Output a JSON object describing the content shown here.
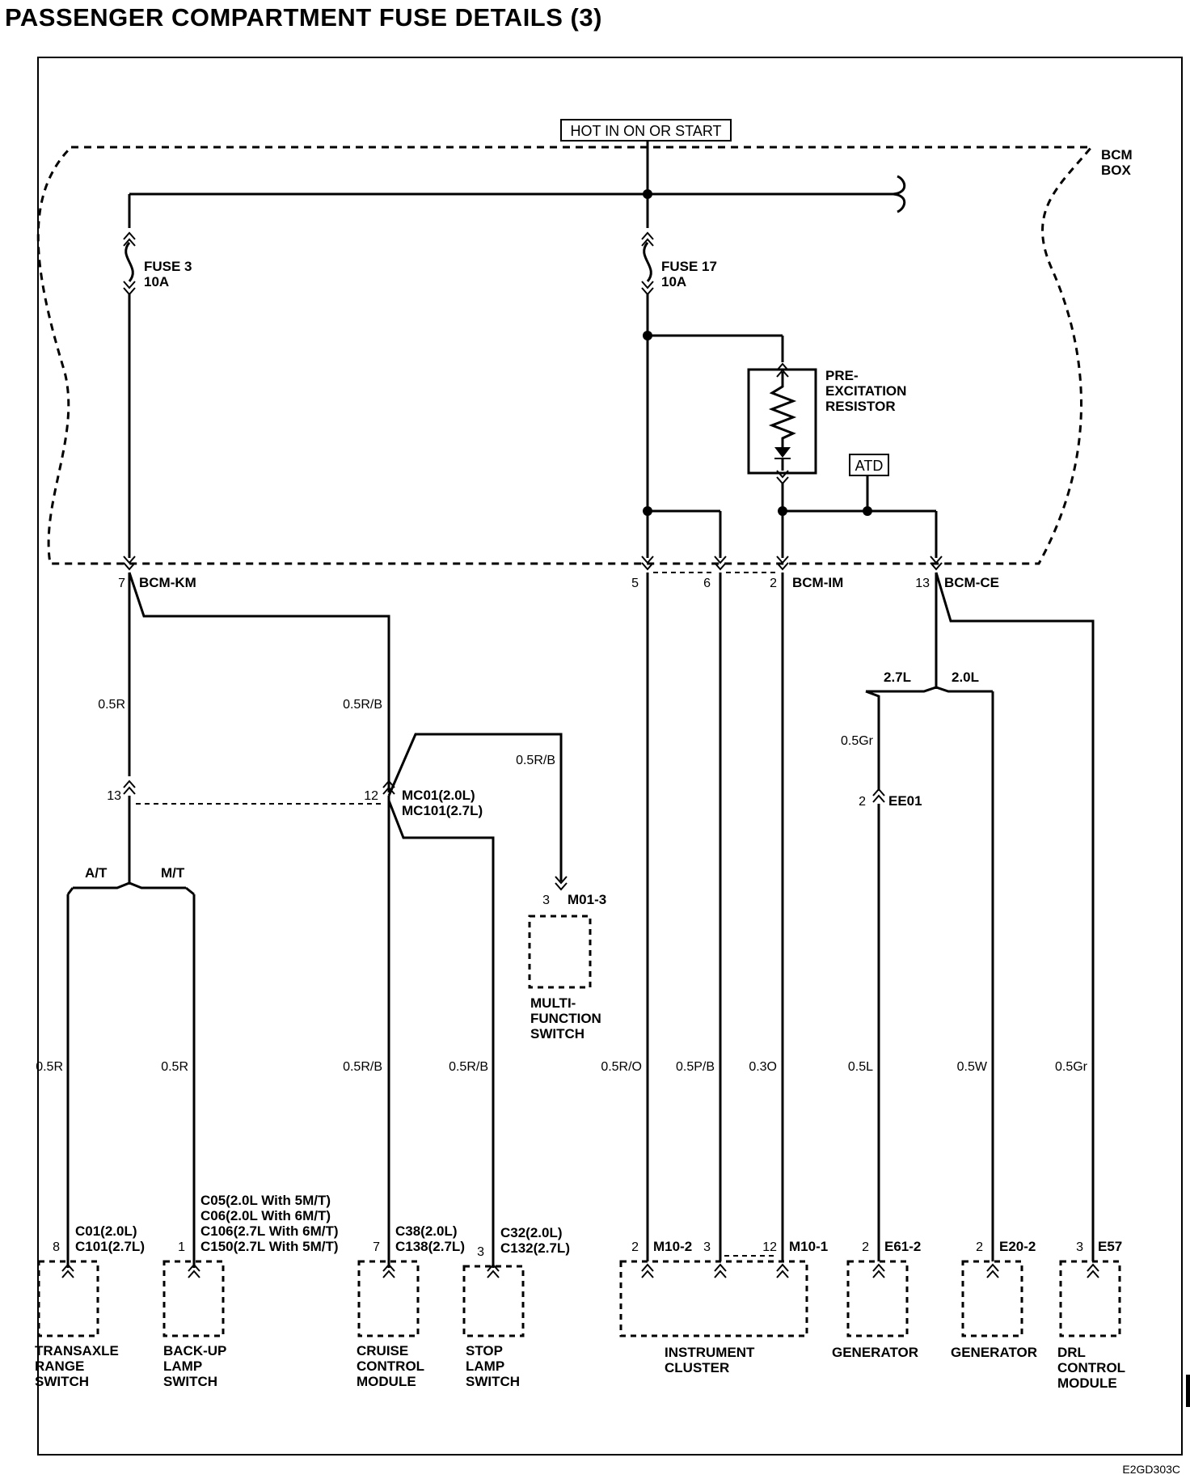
{
  "title": "PASSENGER COMPARTMENT FUSE DETAILS (3)",
  "power_label": "HOT IN ON OR START",
  "bcm_box": [
    "BCM",
    "BOX"
  ],
  "fuses": [
    {
      "name": "FUSE 3",
      "rating": "10A"
    },
    {
      "name": "FUSE 17",
      "rating": "10A"
    }
  ],
  "resistor": [
    "PRE-",
    "EXCITATION",
    "RESISTOR"
  ],
  "atd_label": "ATD",
  "bcm_connectors": {
    "km": {
      "pin": "7",
      "name": "BCM-KM"
    },
    "p5": "5",
    "p6": "6",
    "im": {
      "pin": "2",
      "name": "BCM-IM"
    },
    "ce": {
      "pin": "13",
      "name": "BCM-CE"
    }
  },
  "wire_colors": {
    "km_main": "0.5R",
    "km_branch": "0.5R/B",
    "mc_mf": "0.5R/B",
    "gen27": "0.5Gr",
    "trans": "0.5R",
    "backup": "0.5R",
    "cruise": "0.5R/B",
    "stop": "0.5R/B",
    "ic5": "0.5R/O",
    "ic6": "0.5P/B",
    "ic2": "0.3O",
    "gen27_low": "0.5L",
    "gen20": "0.5W",
    "drl": "0.5Gr"
  },
  "intermediate": {
    "pin13": "13",
    "pin12": "12",
    "mc_names": [
      "MC01(2.0L)",
      "MC101(2.7L)"
    ],
    "ee_pin": "2",
    "ee_name": "EE01"
  },
  "splits": {
    "at": "A/T",
    "mt": "M/T",
    "l27": "2.7L",
    "l20": "2.0L"
  },
  "multifunction": {
    "pin": "3",
    "connector": "M01-3",
    "label": [
      "MULTI-",
      "FUNCTION",
      "SWITCH"
    ]
  },
  "bottom_components": {
    "transaxle": {
      "pin": "8",
      "connectors": [
        "C01(2.0L)",
        "C101(2.7L)"
      ],
      "label": [
        "TRANSAXLE",
        "RANGE",
        "SWITCH"
      ]
    },
    "backup": {
      "pin": "1",
      "connectors": [
        "C05(2.0L With 5M/T)",
        "C06(2.0L With 6M/T)",
        "C106(2.7L With 6M/T)",
        "C150(2.7L With 5M/T)"
      ],
      "label": [
        "BACK-UP",
        "LAMP",
        "SWITCH"
      ]
    },
    "cruise": {
      "pin": "7",
      "connectors": [
        "C38(2.0L)",
        "C138(2.7L)"
      ],
      "label": [
        "CRUISE",
        "CONTROL",
        "MODULE"
      ]
    },
    "stop": {
      "pin": "3",
      "connectors": [
        "C32(2.0L)",
        "C132(2.7L)"
      ],
      "label": [
        "STOP",
        "LAMP",
        "SWITCH"
      ]
    },
    "cluster": {
      "pin_a": "2",
      "conn_a": "M10-2",
      "pin_b": "3",
      "pin_c": "12",
      "conn_c": "M10-1",
      "label": [
        "INSTRUMENT",
        "CLUSTER"
      ]
    },
    "gen1": {
      "pin": "2",
      "connector": "E61-2",
      "label": [
        "GENERATOR"
      ]
    },
    "gen2": {
      "pin": "2",
      "connector": "E20-2",
      "label": [
        "GENERATOR"
      ]
    },
    "drl": {
      "pin": "3",
      "connector": "E57",
      "label": [
        "DRL",
        "CONTROL",
        "MODULE"
      ]
    }
  },
  "figure_code": "E2GD303C"
}
